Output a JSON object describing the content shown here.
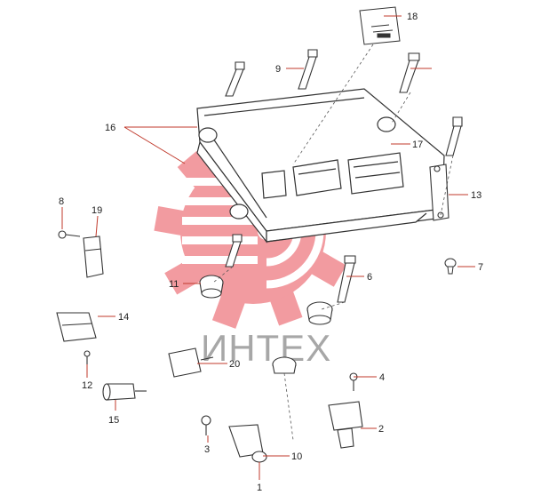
{
  "watermark": {
    "text": "ИНТЕХ",
    "color": "#e8505b"
  },
  "callouts": [
    {
      "id": "1",
      "label": "1"
    },
    {
      "id": "2",
      "label": "2"
    },
    {
      "id": "3",
      "label": "3"
    },
    {
      "id": "4",
      "label": "4"
    },
    {
      "id": "6",
      "label": "6"
    },
    {
      "id": "7",
      "label": "7"
    },
    {
      "id": "8",
      "label": "8"
    },
    {
      "id": "9",
      "label": "9"
    },
    {
      "id": "10",
      "label": "10"
    },
    {
      "id": "11",
      "label": "11"
    },
    {
      "id": "12",
      "label": "12"
    },
    {
      "id": "13",
      "label": "13"
    },
    {
      "id": "14",
      "label": "14"
    },
    {
      "id": "15",
      "label": "15"
    },
    {
      "id": "16",
      "label": "16"
    },
    {
      "id": "17",
      "label": "17"
    },
    {
      "id": "18",
      "label": "18"
    },
    {
      "id": "19",
      "label": "19"
    },
    {
      "id": "20",
      "label": "20"
    }
  ],
  "colors": {
    "line": "#333333",
    "leader": "#c0392b",
    "watermark": "#e8505b"
  }
}
